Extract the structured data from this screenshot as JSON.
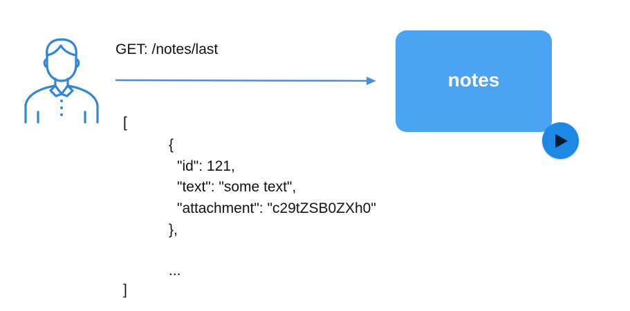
{
  "request": {
    "method_path": "GET: /notes/last"
  },
  "service": {
    "label": "notes"
  },
  "response": {
    "lines": [
      "[",
      "{",
      "\"id\": 121,",
      "\"text\": \"some text\",",
      "\"attachment\": \"c29tZSB0ZXh0\"",
      "},",
      "...",
      "]"
    ]
  },
  "colors": {
    "primary": "#4aa3f3",
    "play_button": "#1e88e5",
    "arrow": "#4a8fd6",
    "user_icon": "#2f86d8"
  },
  "icons": {
    "user": "user-icon",
    "play": "play-icon"
  }
}
